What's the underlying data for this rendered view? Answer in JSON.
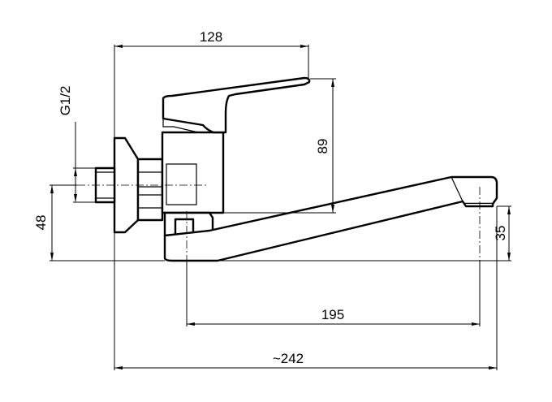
{
  "drawing": {
    "dimensions": {
      "top_width": "128",
      "handle_height": "89",
      "thread": "G1/2",
      "inlet_height": "48",
      "spout_height": "35",
      "spout_reach": "195",
      "overall_length": "~242"
    }
  }
}
